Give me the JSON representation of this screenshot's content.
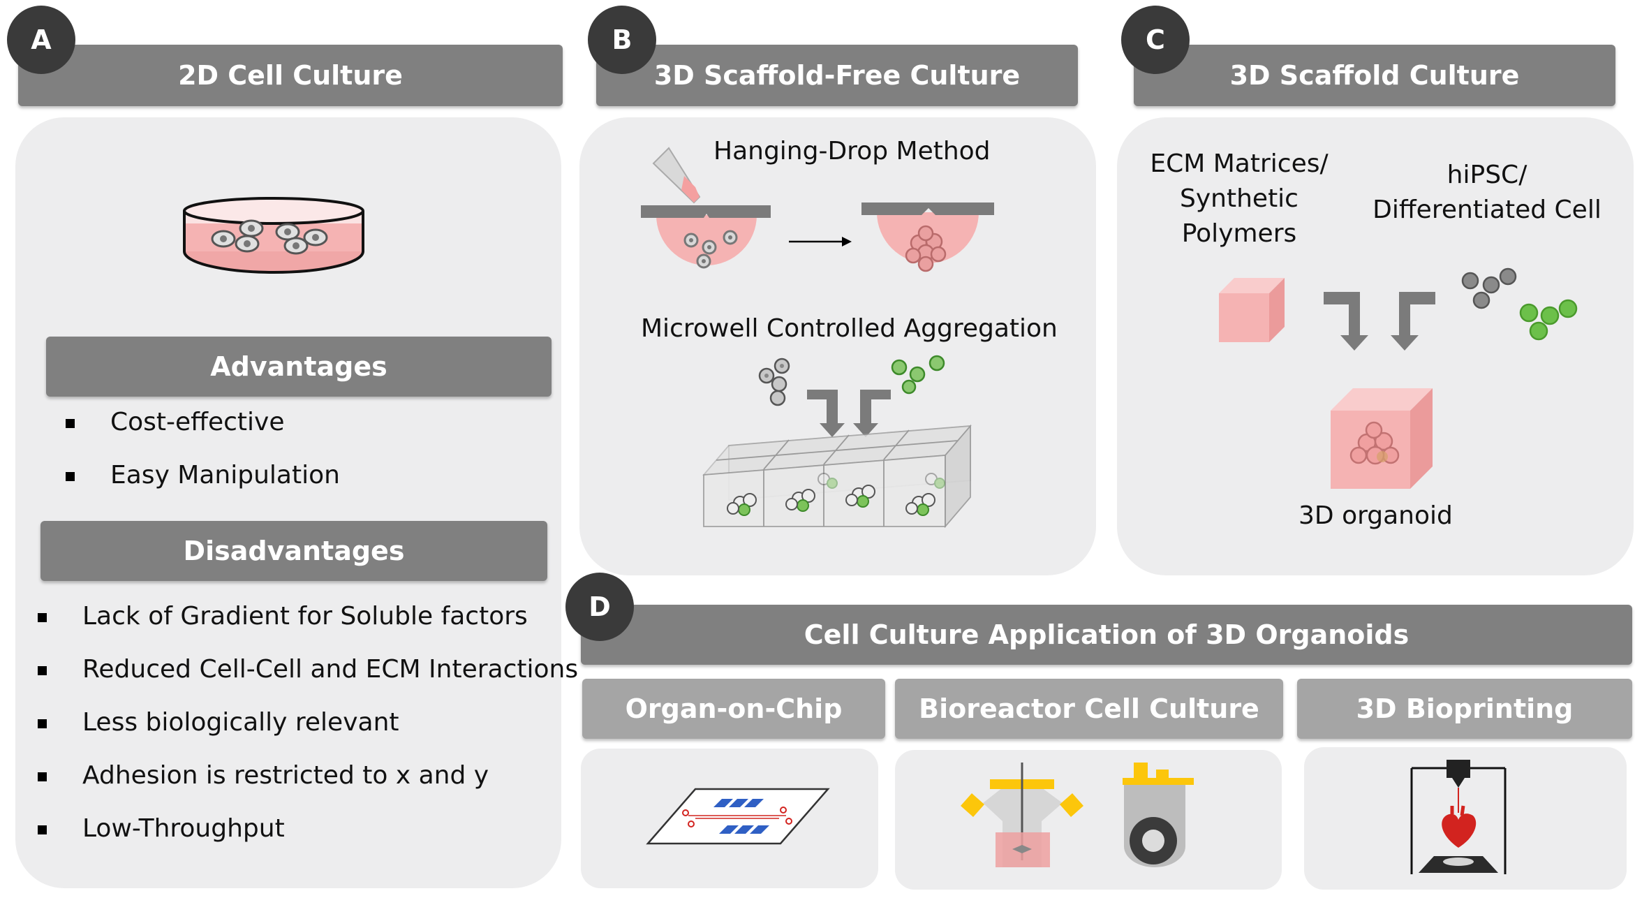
{
  "panels": {
    "a": {
      "badge": "A",
      "title": "2D Cell Culture",
      "advantages_title": "Advantages",
      "advantages": [
        "Cost-effective",
        "Easy Manipulation"
      ],
      "disadvantages_title": "Disadvantages",
      "disadvantages": [
        "Lack of Gradient for Soluble factors",
        "Reduced Cell-Cell and ECM Interactions",
        "Less biologically relevant",
        "Adhesion is restricted to x and y",
        "Low-Throughput"
      ]
    },
    "b": {
      "badge": "B",
      "title": "3D Scaffold-Free Culture",
      "hanging_drop": "Hanging-Drop Method",
      "microwell": "Microwell Controlled Aggregation"
    },
    "c": {
      "badge": "C",
      "title": "3D Scaffold Culture",
      "ecm_line1": "ECM Matrices/",
      "ecm_line2": "Synthetic",
      "ecm_line3": "Polymers",
      "cell_line1": "hiPSC/",
      "cell_line2": "Differentiated Cell",
      "organoid": "3D organoid"
    },
    "d": {
      "badge": "D",
      "title": "Cell Culture Application of 3D Organoids",
      "apps": [
        "Organ-on-Chip",
        "Bioreactor Cell Culture",
        "3D Bioprinting"
      ]
    }
  },
  "colors": {
    "header": "#808080",
    "subheader": "#a5a5a5",
    "panel": "#ededee",
    "badge": "#3a3a3a",
    "pink": "#f5b3b3",
    "green": "#6cc04a",
    "yellow": "#fcc60b",
    "blue": "#2f5fc4",
    "red": "#d2231f"
  }
}
